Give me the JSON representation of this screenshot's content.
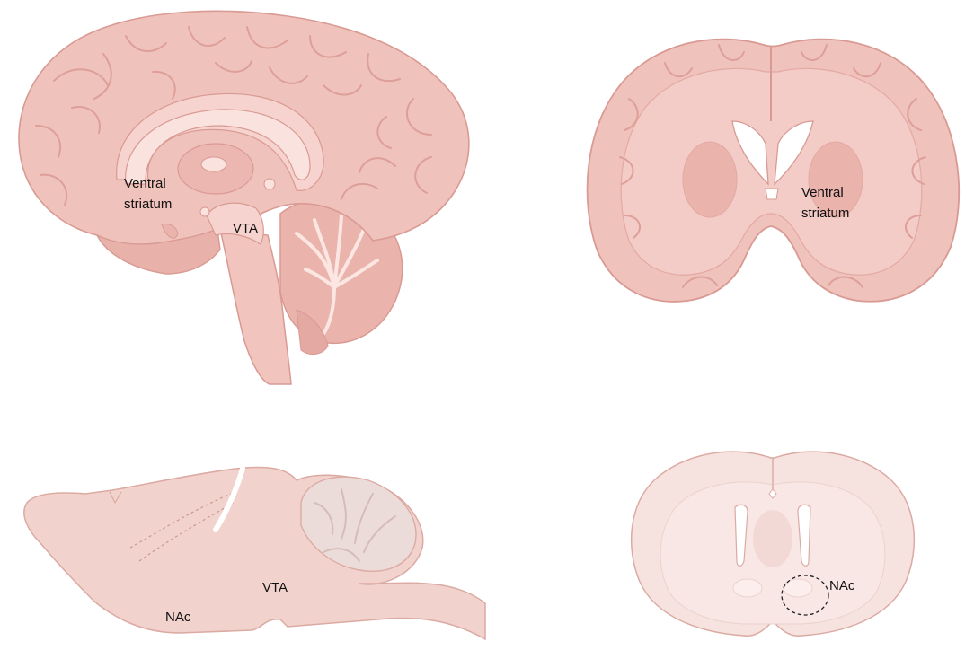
{
  "panels": {
    "human_sagittal": {
      "label_ventral_line1": "Ventral",
      "label_ventral_line2": "striatum",
      "label_vta": "VTA"
    },
    "human_coronal": {
      "label_ventral_line1": "Ventral",
      "label_ventral_line2": "striatum"
    },
    "rodent_sagittal": {
      "label_nac": "NAc",
      "label_vta": "VTA"
    },
    "rodent_coronal": {
      "label_nac": "NAc"
    }
  },
  "colors": {
    "human_tissue": "#f0c2bc",
    "human_outline": "#d99a93",
    "human_deep": "#e3a9a2",
    "human_light": "#f8dcd7",
    "rodent_tissue": "#f2d2cc",
    "rodent_outline": "#dbaaa3",
    "rodent_coronal_fill": "#f6e2de",
    "cerebellum_rodent": "#ecdcd9"
  }
}
